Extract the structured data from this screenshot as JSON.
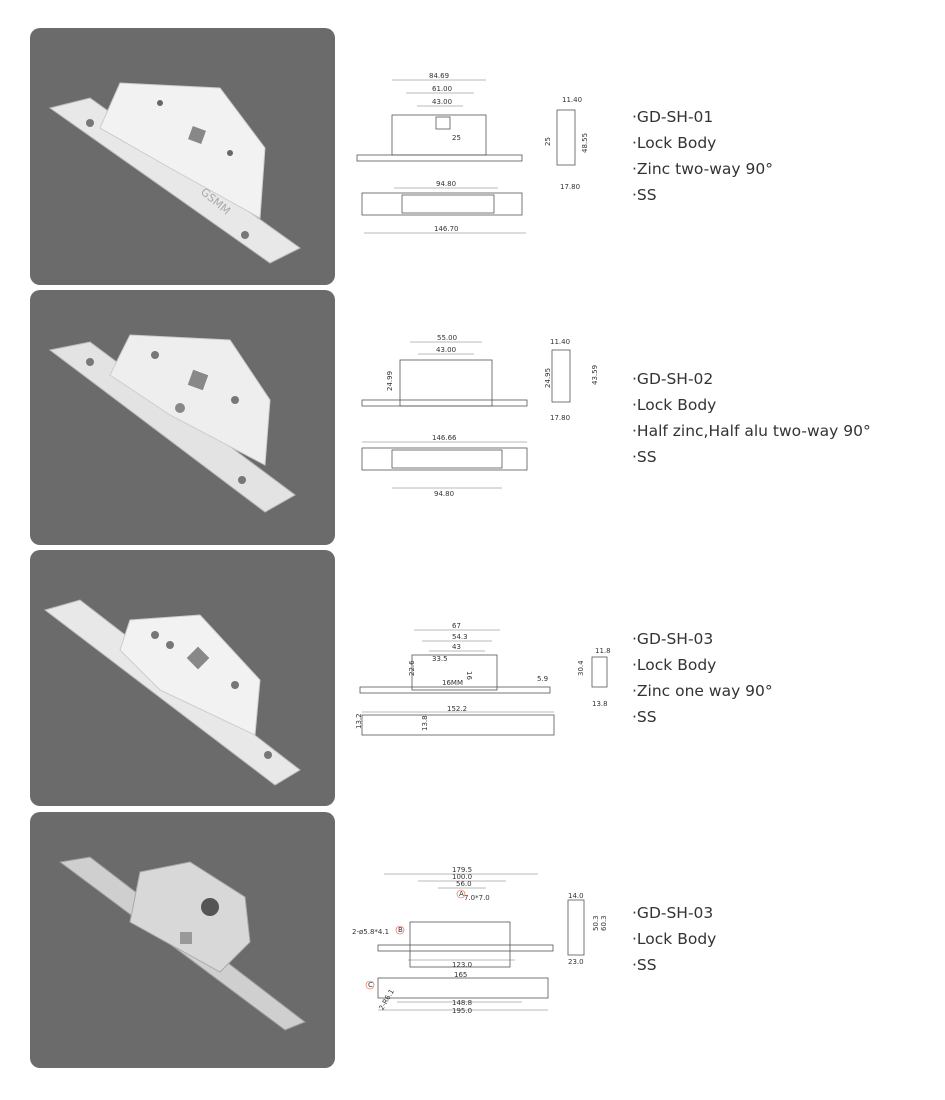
{
  "products": [
    {
      "specs": [
        "·GD-SH-01",
        "·Lock Body",
        "·Zinc two-way 90°",
        "·SS"
      ],
      "dims": {
        "a": "84.69",
        "b": "61.00",
        "c": "43.00",
        "d": "25",
        "e": "11.40",
        "f": "25",
        "g": "48.55",
        "h": "17.80",
        "i": "94.80",
        "j": "146.70"
      },
      "photo_mark": "GSMM"
    },
    {
      "specs": [
        "·GD-SH-02",
        "·Lock Body",
        "·Half zinc,Half alu two-way 90°",
        "·SS"
      ],
      "dims": {
        "a": "55.00",
        "b": "43.00",
        "c": "24.99",
        "e": "11.40",
        "f": "24.95",
        "g": "43.59",
        "h": "17.80",
        "i": "146.66",
        "j": "94.80"
      }
    },
    {
      "specs": [
        "·GD-SH-03",
        "·Lock Body",
        "·Zinc one way 90°",
        "·SS"
      ],
      "dims": {
        "a": "67",
        "b": "54.3",
        "c": "43",
        "d": "33.5",
        "k": "22.6",
        "l": "16",
        "m": "16MM",
        "n": "5.9",
        "e": "11.8",
        "g": "30.4",
        "h": "13.8",
        "j": "152.2",
        "o": "13.8",
        "p": "13.2"
      }
    },
    {
      "specs": [
        "·GD-SH-03",
        "·Lock Body",
        "·SS"
      ],
      "dims": {
        "a": "179.5",
        "b": "100.0",
        "c": "56.0",
        "d": "7.0*7.0",
        "q": "2-ø5.8*4.1",
        "r": "A",
        "s": "B",
        "t": "C",
        "e": "14.0",
        "g": "50.3",
        "u": "60.3",
        "h": "23.0",
        "i": "123.0",
        "v": "165",
        "w": "148.8",
        "j": "195.0",
        "x": "2-R6.1"
      }
    }
  ]
}
